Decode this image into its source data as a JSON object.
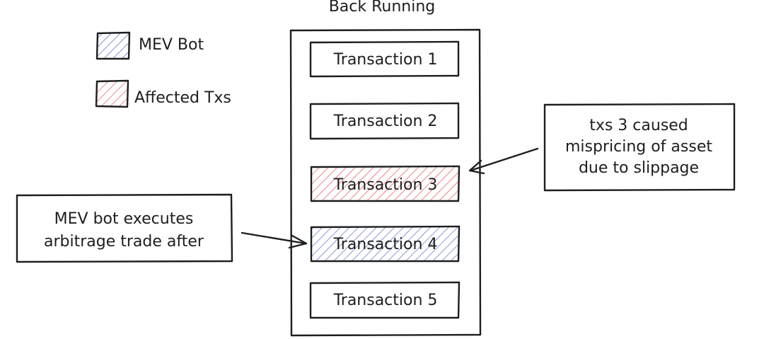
{
  "diagram": {
    "title": "Back Running",
    "legend": [
      {
        "label": "MEV Bot",
        "color": "#4a5fc1"
      },
      {
        "label": "Affected Txs",
        "color": "#e03131"
      }
    ],
    "transactions": [
      {
        "label": "Transaction 1",
        "type": "normal"
      },
      {
        "label": "Transaction 2",
        "type": "normal"
      },
      {
        "label": "Transaction 3",
        "type": "affected"
      },
      {
        "label": "Transaction 4",
        "type": "mev"
      },
      {
        "label": "Transaction 5",
        "type": "normal"
      }
    ],
    "notes": {
      "right": {
        "lines": [
          "txs 3 caused",
          "mispricing of asset",
          "due to slippage"
        ],
        "points_to": "Transaction 3"
      },
      "left": {
        "lines": [
          "MEV bot executes",
          "arbitrage trade after"
        ],
        "points_to": "Transaction 4"
      }
    }
  }
}
